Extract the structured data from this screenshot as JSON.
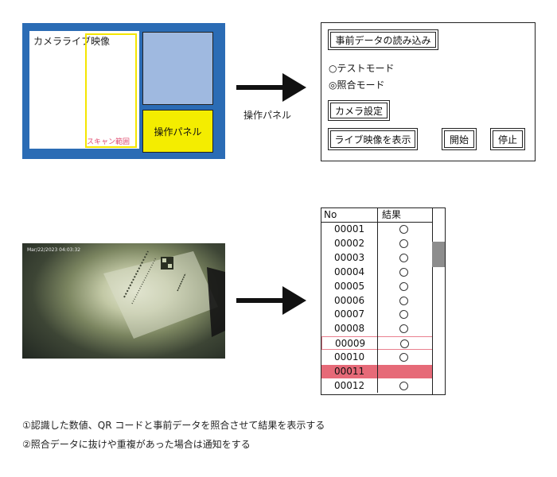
{
  "layout_mock": {
    "camera_label": "カメラライブ映像",
    "scan_range_label": "スキャン範囲",
    "panel_label": "操作パネル",
    "colors": {
      "background": "#2b6cb5",
      "scan_range": "#f4e600",
      "panel": "#f4ed00",
      "preview": "#9fb9e0"
    }
  },
  "arrow_top_caption": "操作パネル",
  "operation_panel": {
    "load_button": "事前データの読み込み",
    "radio_test": "○テストモード",
    "radio_match": "◎照合モード",
    "camera_settings_button": "カメラ設定",
    "show_live_button": "ライブ映像を表示",
    "start_button": "開始",
    "stop_button": "停止"
  },
  "camera_image": {
    "timestamp": "Mar/22/2023 04:03:32"
  },
  "result_table": {
    "headers": {
      "no": "No",
      "result": "結果"
    },
    "rows": [
      {
        "no": "00001",
        "result": "circle",
        "state": "normal"
      },
      {
        "no": "00002",
        "result": "circle",
        "state": "normal"
      },
      {
        "no": "00003",
        "result": "circle",
        "state": "normal"
      },
      {
        "no": "00004",
        "result": "circle",
        "state": "normal"
      },
      {
        "no": "00005",
        "result": "circle",
        "state": "normal"
      },
      {
        "no": "00006",
        "result": "circle",
        "state": "normal"
      },
      {
        "no": "00007",
        "result": "circle",
        "state": "normal"
      },
      {
        "no": "00008",
        "result": "circle",
        "state": "normal"
      },
      {
        "no": "00009",
        "result": "circle",
        "state": "outlined"
      },
      {
        "no": "00010",
        "result": "circle",
        "state": "normal"
      },
      {
        "no": "00011",
        "result": "",
        "state": "error"
      },
      {
        "no": "00012",
        "result": "circle",
        "state": "normal"
      }
    ],
    "colors": {
      "outlined": "#e9808f",
      "error": "#e66a78"
    }
  },
  "notes": [
    "①認識した数値、QR コードと事前データを照合させて結果を表示する",
    "②照合データに抜けや重複があった場合は通知をする"
  ]
}
